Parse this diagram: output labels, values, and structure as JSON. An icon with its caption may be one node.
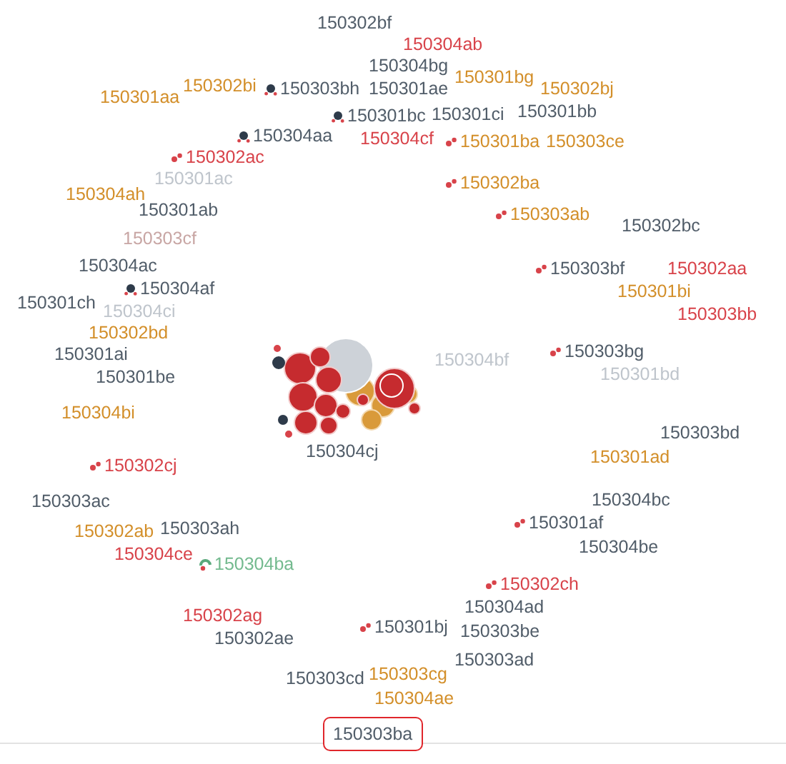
{
  "diagram": {
    "nodes": [
      {
        "text": [
          "150302bf"
        ]
      },
      {
        "text": [
          "150304ab"
        ]
      },
      {
        "text": [
          "150304bg"
        ]
      },
      {
        "text": [
          "150301bg"
        ]
      },
      {
        "text": [
          "150301ae"
        ]
      },
      {
        "text": [
          "150302bi"
        ]
      },
      {
        "text": [
          "150303bh"
        ]
      },
      {
        "text": [
          "150302bj"
        ]
      },
      {
        "text": [
          "150301aa"
        ]
      },
      {
        "text": [
          "150301bb"
        ]
      },
      {
        "text": [
          "150301ci"
        ]
      },
      {
        "text": [
          "150301bc"
        ]
      },
      {
        "text": [
          "150304aa"
        ]
      },
      {
        "text": [
          "150304cf"
        ]
      },
      {
        "text": [
          "150301ba"
        ]
      },
      {
        "text": [
          "150303ce"
        ]
      },
      {
        "text": [
          "150302ac"
        ]
      },
      {
        "text": [
          "150301ac"
        ]
      },
      {
        "text": [
          "150304ah"
        ]
      },
      {
        "text": [
          "150302ba"
        ]
      },
      {
        "text": [
          "150301ab"
        ]
      },
      {
        "text": [
          "150303ab"
        ]
      },
      {
        "text": [
          "150302bc"
        ]
      },
      {
        "text": [
          "150303cf"
        ]
      },
      {
        "text": [
          "150304ac"
        ]
      },
      {
        "text": [
          "150303bf"
        ]
      },
      {
        "text": [
          "150302aa"
        ]
      },
      {
        "text": [
          "150304af"
        ]
      },
      {
        "text": [
          "150301bi"
        ]
      },
      {
        "text": [
          "150301ch"
        ]
      },
      {
        "text": [
          "150304ci"
        ]
      },
      {
        "text": [
          "150303bb"
        ]
      },
      {
        "text": [
          "150302bd"
        ]
      },
      {
        "text": [
          "150301ai"
        ]
      },
      {
        "text": [],
        "shape": "picture"
      },
      {
        "text": [
          "150303bg"
        ]
      },
      {
        "text": [
          "150304bf"
        ]
      },
      {
        "text": [
          "150301bd"
        ]
      },
      {
        "text": [
          "150301be"
        ]
      },
      {
        "text": [
          "150304bi"
        ]
      },
      {
        "text": [
          "150304cj"
        ]
      },
      {
        "text": [
          "150303bd"
        ]
      },
      {
        "text": [
          "150301ad"
        ]
      },
      {
        "text": [
          "150302cj"
        ]
      },
      {
        "text": [
          "150303ac"
        ]
      },
      {
        "text": [
          "150304bc"
        ]
      },
      {
        "text": [
          "150301af"
        ]
      },
      {
        "text": [
          "150303ah"
        ]
      },
      {
        "text": [
          "150302ab"
        ]
      },
      {
        "text": [
          "150304be"
        ]
      },
      {
        "text": [
          "150304ce"
        ]
      },
      {
        "text": [
          "150304ba"
        ]
      },
      {
        "text": [
          "150302ch"
        ]
      },
      {
        "text": [
          "150304ad"
        ]
      },
      {
        "text": [
          "150302ag"
        ]
      },
      {
        "text": [
          "150301bj"
        ]
      },
      {
        "text": [
          "150303be"
        ]
      },
      {
        "text": [
          "150302ae"
        ]
      },
      {
        "text": [
          "150303ad"
        ]
      },
      {
        "text": [
          "150303cg"
        ]
      },
      {
        "text": [
          "150303cd"
        ]
      },
      {
        "text": [
          "150304ae"
        ]
      },
      {
        "text": [
          "150303ba"
        ]
      }
    ]
  }
}
